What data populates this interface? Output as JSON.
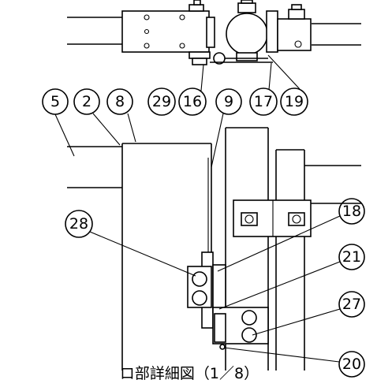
{
  "caption": "ロ部詳細図（1／8）",
  "callouts": {
    "c5": "5",
    "c2": "2",
    "c8": "8",
    "c29": "29",
    "c16": "16",
    "c9": "9",
    "c17": "17",
    "c19": "19",
    "c18": "18",
    "c28": "28",
    "c21": "21",
    "c27": "27",
    "c20": "20"
  }
}
